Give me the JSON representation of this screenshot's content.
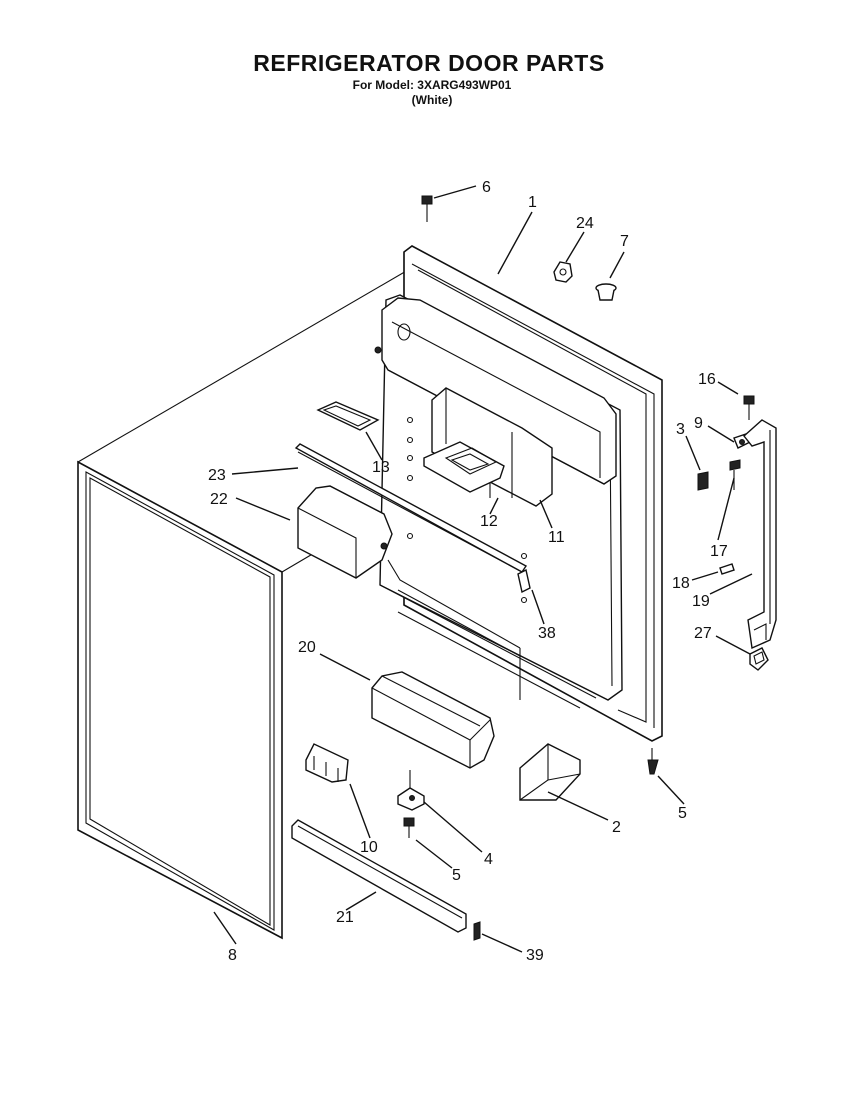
{
  "header": {
    "title": "REFRIGERATOR DOOR PARTS",
    "model_line": "For Model: 3XARG493WP01",
    "color_line": "(White)"
  },
  "callouts": {
    "c1": "1",
    "c2": "2",
    "c3": "3",
    "c4": "4",
    "c5a": "5",
    "c5b": "5",
    "c6": "6",
    "c7": "7",
    "c8": "8",
    "c9": "9",
    "c10": "10",
    "c11": "11",
    "c12": "12",
    "c13": "13",
    "c16": "16",
    "c17": "17",
    "c18": "18",
    "c19": "19",
    "c20": "20",
    "c21": "21",
    "c22": "22",
    "c23": "23",
    "c24": "24",
    "c27": "27",
    "c38": "38",
    "c39": "39"
  }
}
